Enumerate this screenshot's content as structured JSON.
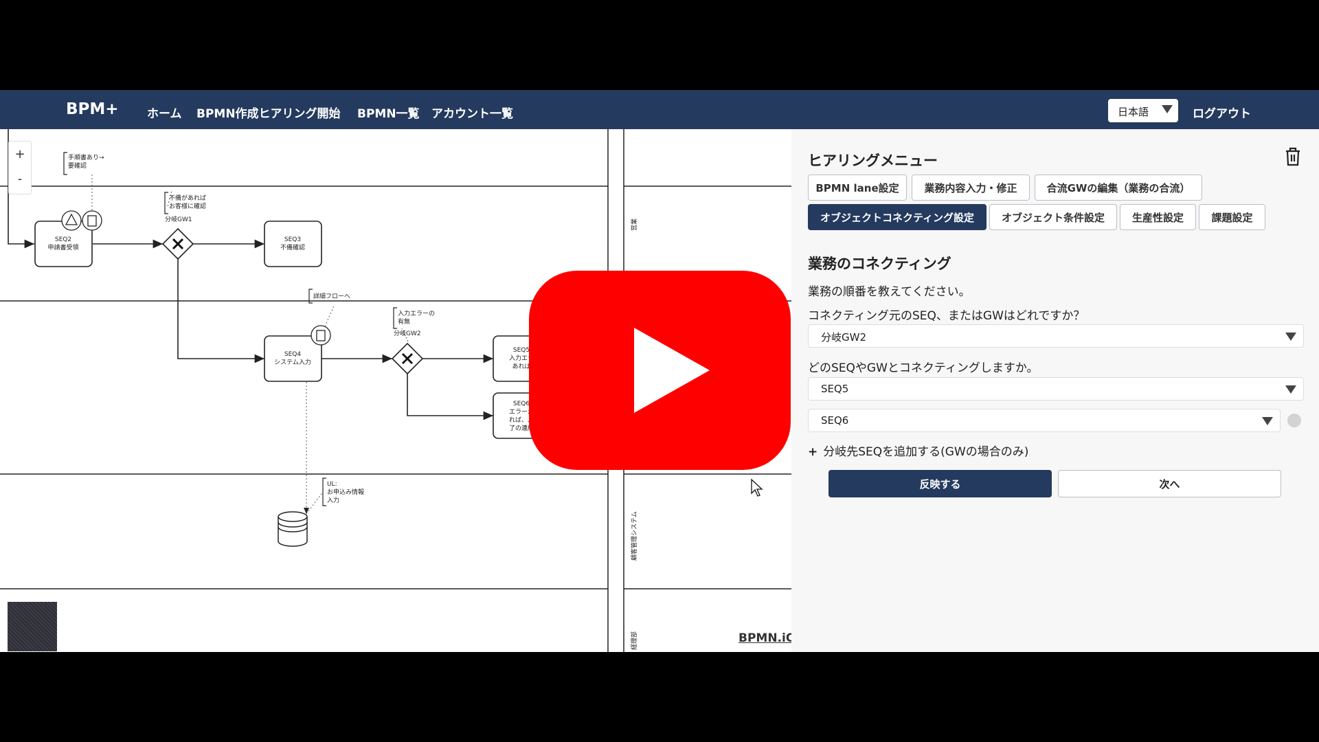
{
  "app": {
    "brand": "BPM+",
    "nav": [
      "ホーム",
      "BPMN作成ヒアリング開始",
      "BPMN一覧",
      "アカウント一覧"
    ],
    "language": "日本語",
    "logout": "ログアウト"
  },
  "diagram": {
    "zoom_in": "+",
    "zoom_out": "-",
    "watermark": "BPMN.iO",
    "annotations": {
      "a1_line1": "手順書あり→",
      "a1_line2": "要確認",
      "a2_line1": "不備があれば",
      "a2_line2": "お客様に確認",
      "a3": "詳細フローへ",
      "a4_line1": "入力エラーの",
      "a4_line2": "有無",
      "a5_line1": "UL:",
      "a5_line2": "お申込み情報",
      "a5_line3": "入力"
    },
    "gateways": {
      "gw1": "分岐GW1",
      "gw2": "分岐GW2"
    },
    "tasks": {
      "seq2_id": "SEQ2",
      "seq2_name": "申請書受領",
      "seq3_id": "SEQ3",
      "seq3_name": "不備確認",
      "seq4_id": "SEQ4",
      "seq4_name": "システム入力",
      "seq5_id": "SEQ5",
      "seq5_name1": "入力エラ",
      "seq5_name2": "あれば",
      "seq6_id": "SEQ6",
      "seq6_name1": "エラーが",
      "seq6_name2": "れば、入",
      "seq6_name3": "了の連絡"
    },
    "lanes": {
      "lane1": "営業",
      "lane2": "顧客管理システム",
      "lane3": "経理部"
    }
  },
  "panel": {
    "title": "ヒアリングメニュー",
    "tabs": [
      {
        "label": "BPMN lane設定",
        "active": false
      },
      {
        "label": "業務内容入力・修正",
        "active": false
      },
      {
        "label": "合流GWの編集（業務の合流）",
        "active": false
      },
      {
        "label": "オブジェクトコネクティング設定",
        "active": true
      },
      {
        "label": "オブジェクト条件設定",
        "active": false
      },
      {
        "label": "生産性設定",
        "active": false
      },
      {
        "label": "課題設定",
        "active": false
      }
    ],
    "section_title": "業務のコネクティング",
    "instruction": "業務の順番を教えてください。",
    "question_source": "コネクティング元のSEQ、またはGWはどれですか？",
    "source_value": "分岐GW2",
    "question_target": "どのSEQやGWとコネクティングしますか。",
    "target_values": [
      "SEQ5",
      "SEQ6"
    ],
    "add_branch": "分岐先SEQを追加する(GWの場合のみ)",
    "apply_button": "反映する",
    "next_button": "次へ"
  },
  "colors": {
    "navbar": "#243a5e",
    "play": "#ff0000",
    "primary": "#243a5e"
  }
}
